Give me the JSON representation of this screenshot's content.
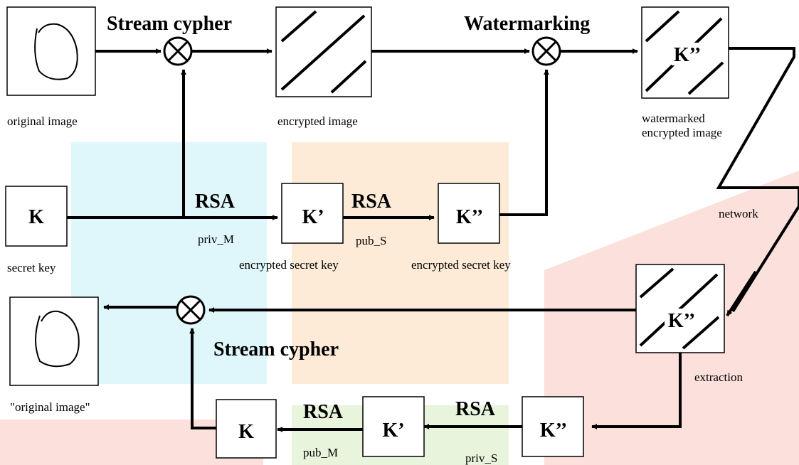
{
  "labels": {
    "stream_cypher_top": "Stream cypher",
    "watermarking": "Watermarking",
    "original_image": "original image",
    "encrypted_image": "encrypted image",
    "watermarked_1": "watermarked",
    "watermarked_2": "encrypted image",
    "secret_key": "secret key",
    "encrypted_secret_key_1": "encrypted secret key",
    "encrypted_secret_key_2": "encrypted secret key",
    "network": "network",
    "extraction": "extraction",
    "original_image_quoted": "\"original image\"",
    "stream_cypher_bottom": "Stream cypher",
    "rsa_priv_m": "RSA",
    "priv_m": "priv_M",
    "rsa_pub_s": "RSA",
    "pub_s": "pub_S",
    "rsa_pub_m": "RSA",
    "pub_m": "pub_M",
    "rsa_priv_s": "RSA",
    "priv_s": "priv_S"
  },
  "keys": {
    "k": "K",
    "k_prime": "K’",
    "k_double_prime": "K’’",
    "k_bottom": "K",
    "k_prime_bottom": "K’",
    "k_double_prime_bottom": "K’’",
    "k_double_prime_watermarked": "K’’",
    "k_double_prime_extracted": "K’’"
  },
  "colors": {
    "watermark_cyan": "#dff7fb",
    "watermark_orange": "#fdebd8",
    "watermark_red": "#fbe0dc",
    "watermark_green": "#e8f5dc",
    "ink": "#000000"
  }
}
